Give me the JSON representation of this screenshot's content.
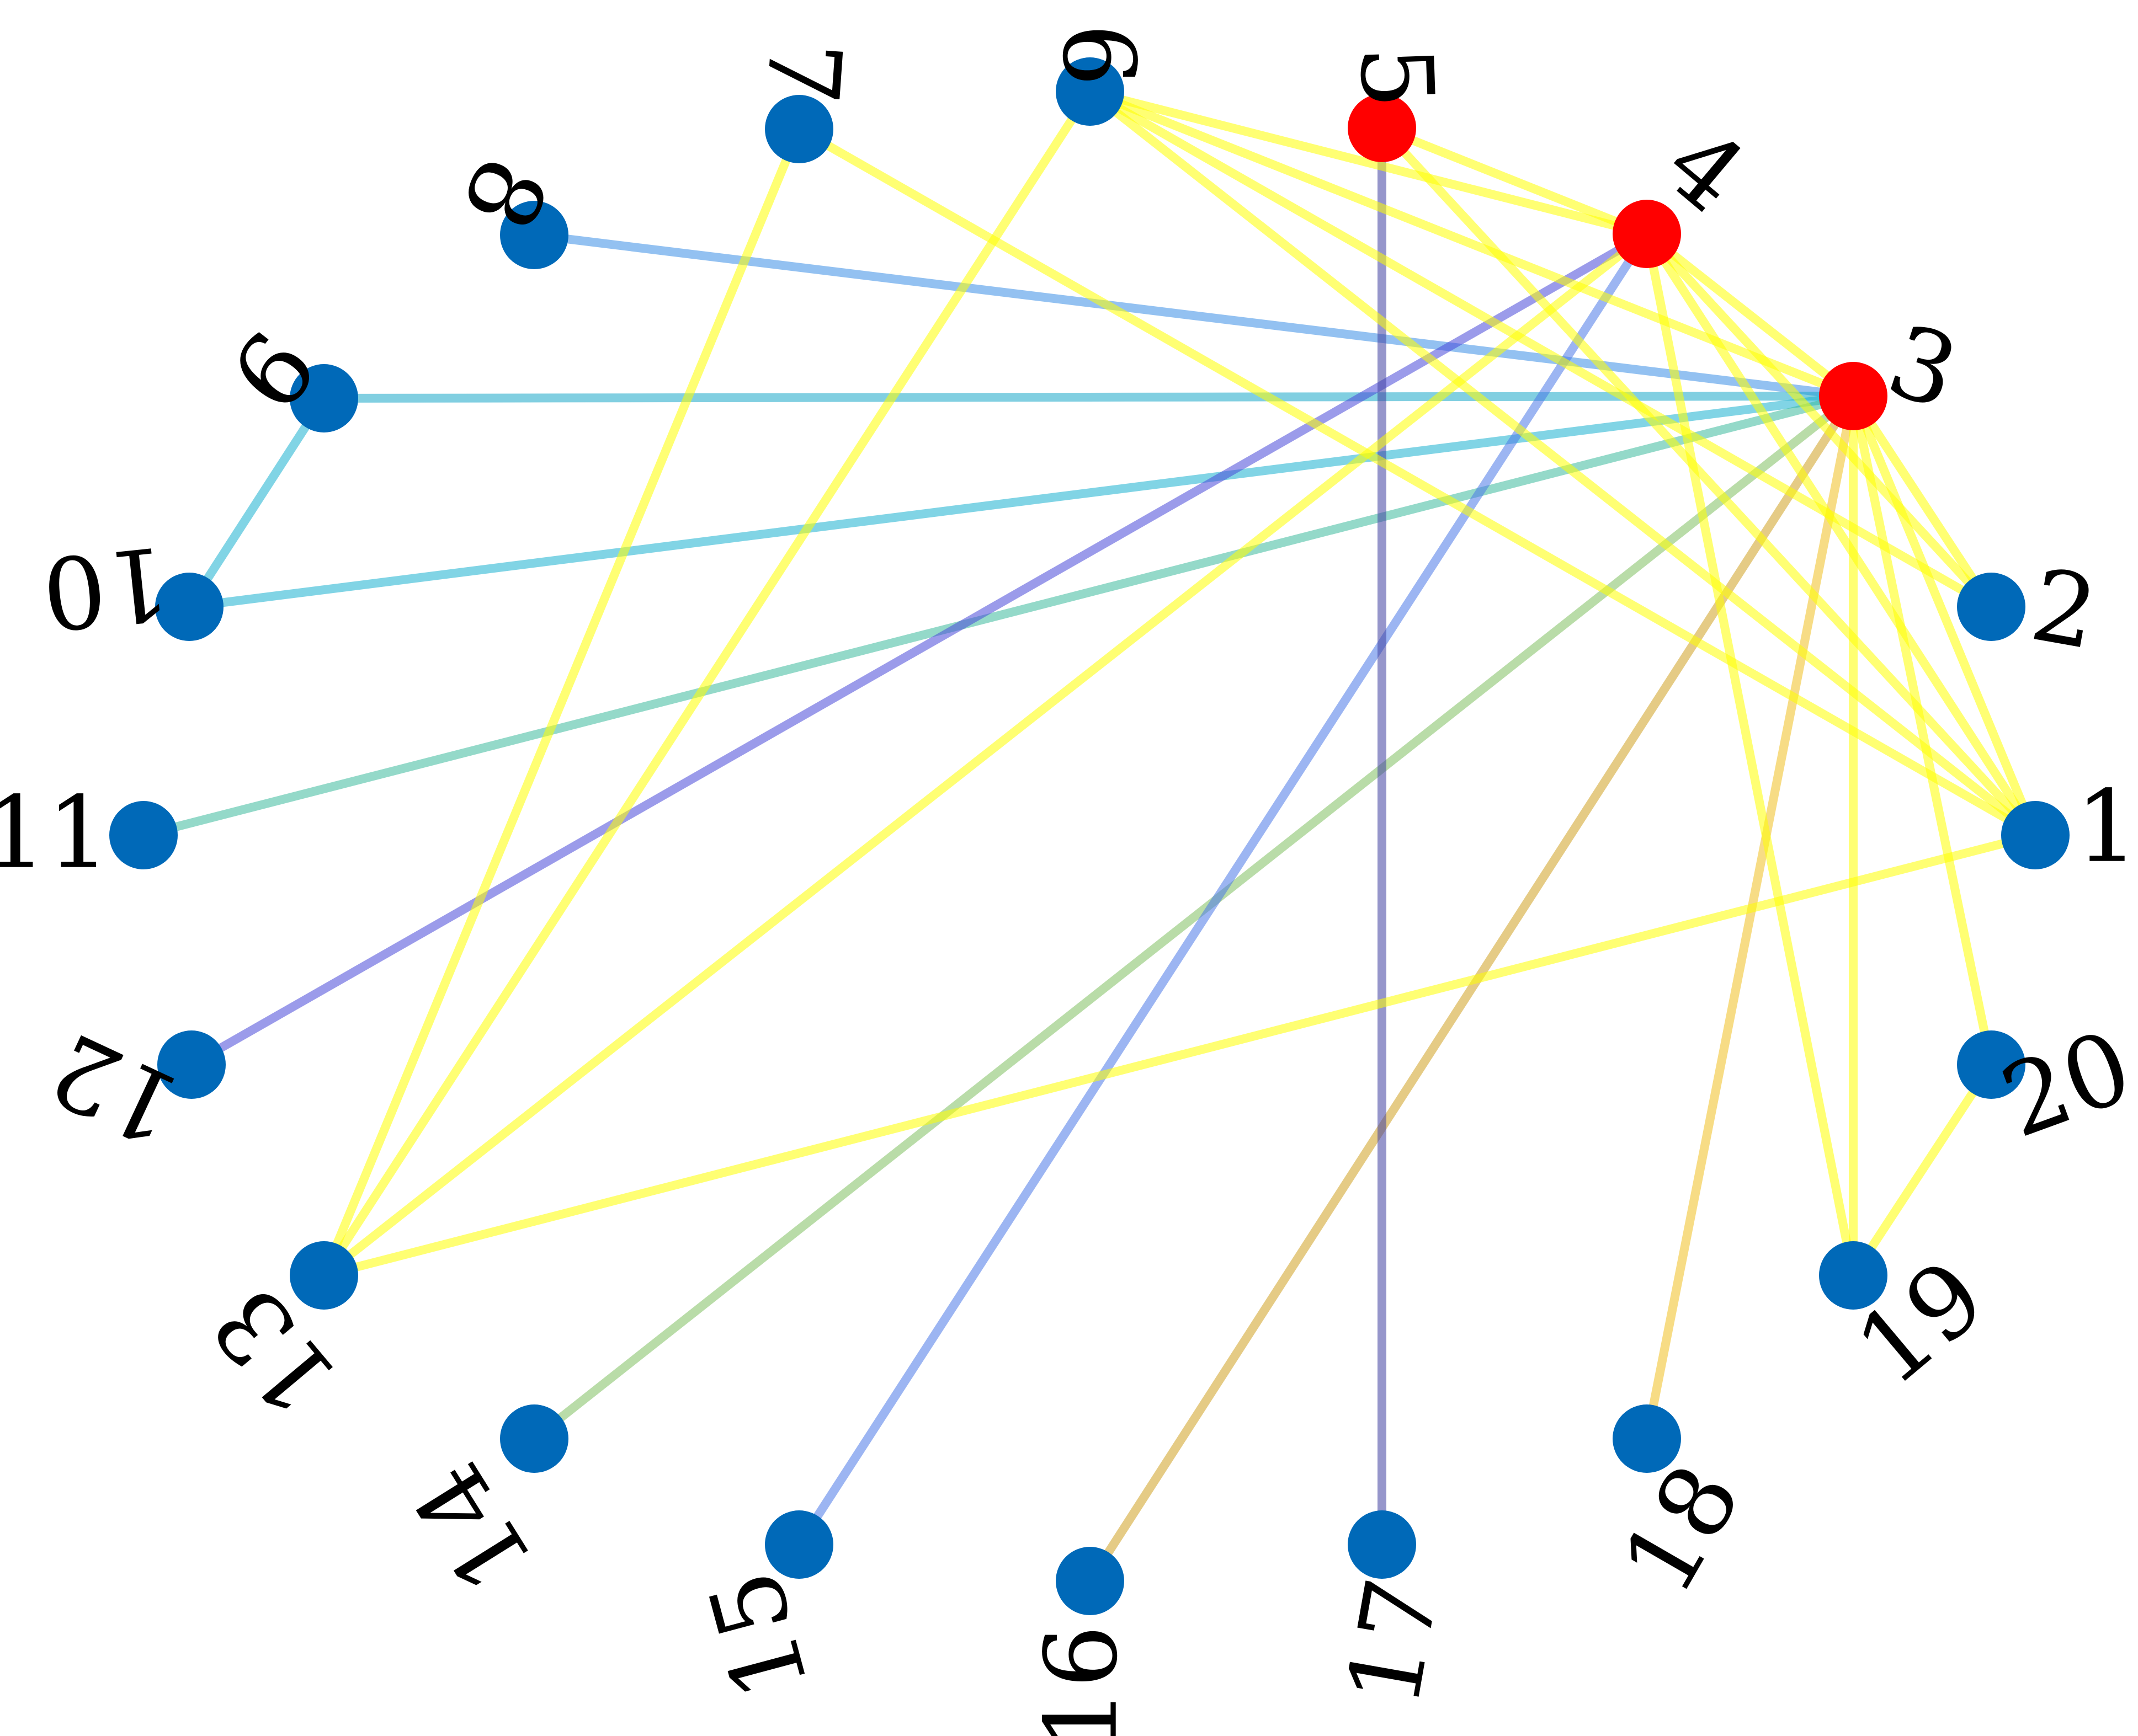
{
  "graph": {
    "layout": "circular",
    "colors": {
      "node_default": "#0069b8",
      "node_highlight": "#ff0000",
      "label": "#000000"
    },
    "nodes": [
      {
        "id": 1,
        "label": "1",
        "highlight": false
      },
      {
        "id": 2,
        "label": "2",
        "highlight": false
      },
      {
        "id": 3,
        "label": "3",
        "highlight": true
      },
      {
        "id": 4,
        "label": "4",
        "highlight": true
      },
      {
        "id": 5,
        "label": "5",
        "highlight": true
      },
      {
        "id": 6,
        "label": "6",
        "highlight": false
      },
      {
        "id": 7,
        "label": "7",
        "highlight": false
      },
      {
        "id": 8,
        "label": "8",
        "highlight": false
      },
      {
        "id": 9,
        "label": "9",
        "highlight": false
      },
      {
        "id": 10,
        "label": "10",
        "highlight": false
      },
      {
        "id": 11,
        "label": "11",
        "highlight": false
      },
      {
        "id": 12,
        "label": "12",
        "highlight": false
      },
      {
        "id": 13,
        "label": "13",
        "highlight": false
      },
      {
        "id": 14,
        "label": "14",
        "highlight": false
      },
      {
        "id": 15,
        "label": "15",
        "highlight": false
      },
      {
        "id": 16,
        "label": "16",
        "highlight": false
      },
      {
        "id": 17,
        "label": "17",
        "highlight": false
      },
      {
        "id": 18,
        "label": "18",
        "highlight": false
      },
      {
        "id": 19,
        "label": "19",
        "highlight": false
      },
      {
        "id": 20,
        "label": "20",
        "highlight": false
      }
    ],
    "edges": [
      {
        "source": 8,
        "target": 3,
        "color": "#3a8ee6"
      },
      {
        "source": 9,
        "target": 3,
        "color": "#1aa8c8"
      },
      {
        "source": 10,
        "target": 3,
        "color": "#1ab0d0"
      },
      {
        "source": 9,
        "target": 10,
        "color": "#1ab0d0"
      },
      {
        "source": 11,
        "target": 3,
        "color": "#3cba9c"
      },
      {
        "source": 12,
        "target": 4,
        "color": "#4848d8"
      },
      {
        "source": 14,
        "target": 3,
        "color": "#80c060"
      },
      {
        "source": 15,
        "target": 4,
        "color": "#4a78e8"
      },
      {
        "source": 16,
        "target": 3,
        "color": "#d0a020"
      },
      {
        "source": 17,
        "target": 5,
        "color": "#4040a0"
      },
      {
        "source": 18,
        "target": 3,
        "color": "#f0c020"
      },
      {
        "source": 13,
        "target": 7,
        "color": "#ffff00"
      },
      {
        "source": 13,
        "target": 6,
        "color": "#ffff00"
      },
      {
        "source": 13,
        "target": 4,
        "color": "#ffff00"
      },
      {
        "source": 13,
        "target": 1,
        "color": "#ffff00"
      },
      {
        "source": 7,
        "target": 1,
        "color": "#ffff00"
      },
      {
        "source": 6,
        "target": 4,
        "color": "#ffff00"
      },
      {
        "source": 6,
        "target": 3,
        "color": "#ffff00"
      },
      {
        "source": 6,
        "target": 2,
        "color": "#ffff00"
      },
      {
        "source": 6,
        "target": 1,
        "color": "#ffff00"
      },
      {
        "source": 5,
        "target": 4,
        "color": "#ffff00"
      },
      {
        "source": 5,
        "target": 1,
        "color": "#ffff00"
      },
      {
        "source": 4,
        "target": 3,
        "color": "#ffff00"
      },
      {
        "source": 4,
        "target": 2,
        "color": "#ffff00"
      },
      {
        "source": 4,
        "target": 1,
        "color": "#ffff00"
      },
      {
        "source": 4,
        "target": 19,
        "color": "#ffff00"
      },
      {
        "source": 3,
        "target": 2,
        "color": "#ffff00"
      },
      {
        "source": 3,
        "target": 1,
        "color": "#ffff00"
      },
      {
        "source": 3,
        "target": 20,
        "color": "#ffff00"
      },
      {
        "source": 3,
        "target": 19,
        "color": "#ffff00"
      },
      {
        "source": 20,
        "target": 19,
        "color": "#ffff00"
      }
    ]
  }
}
